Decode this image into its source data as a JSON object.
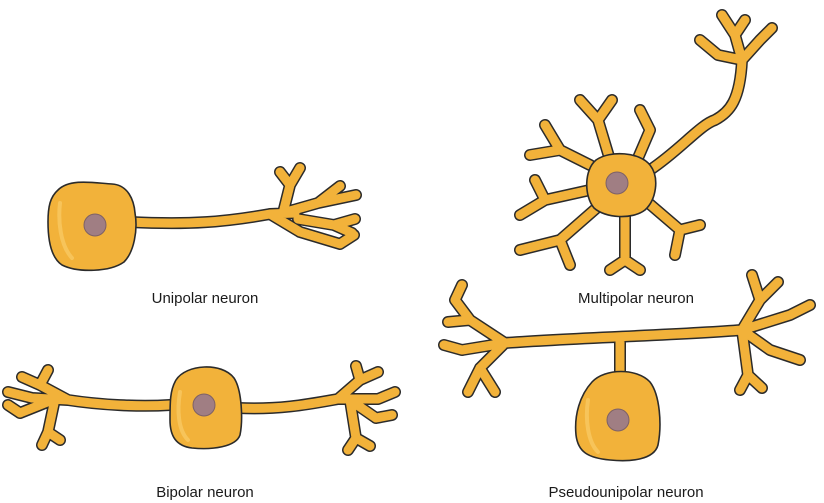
{
  "colors": {
    "cell": "#f2b23a",
    "cell_outline": "#2b2b2b",
    "nucleus": "#a07e83",
    "nucleus_outline": "#7d6166"
  },
  "labels": {
    "unipolar": "Unipolar neuron",
    "bipolar": "Bipolar neuron",
    "multipolar": "Multipolar neuron",
    "pseudounipolar": "Pseudounipolar neuron"
  }
}
